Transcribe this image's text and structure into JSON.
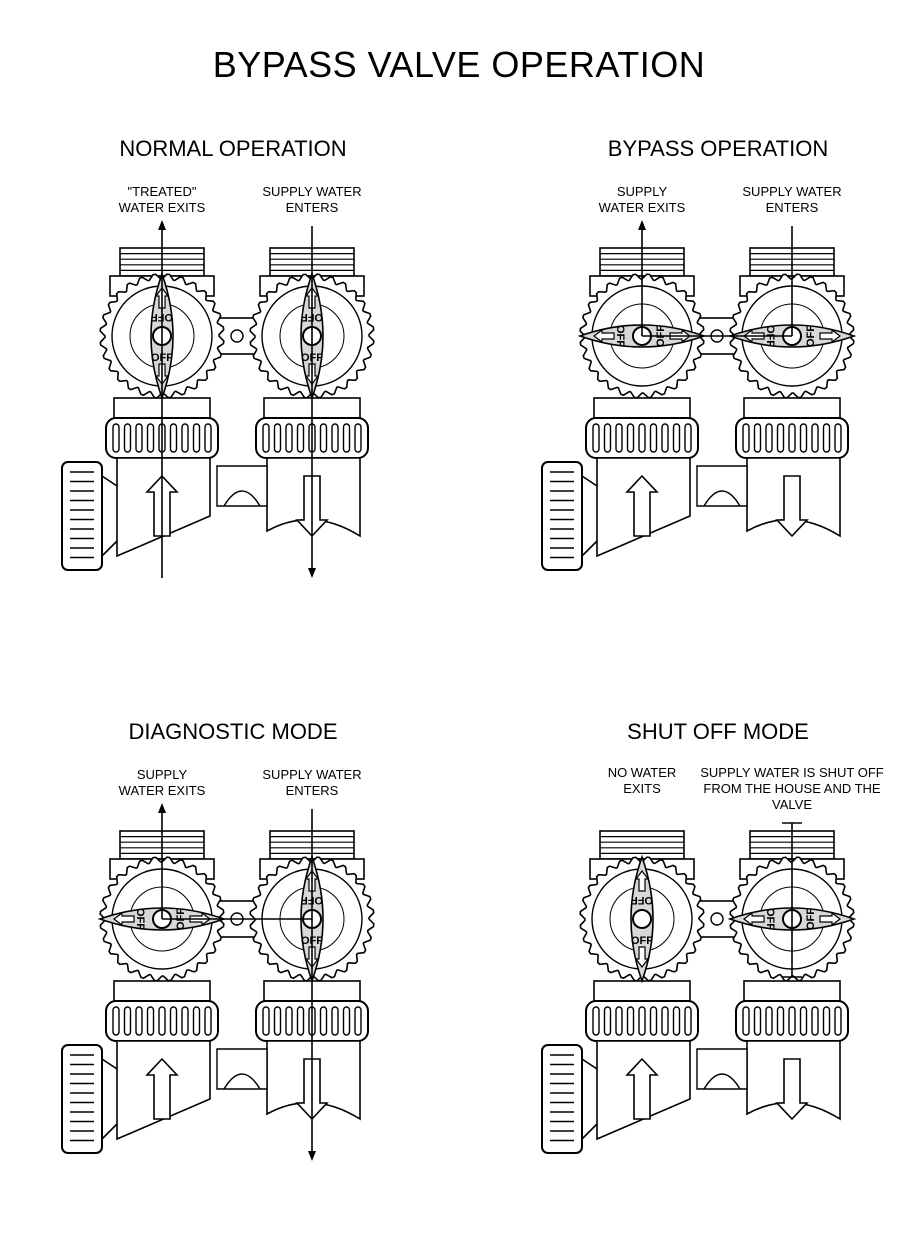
{
  "title": "BYPASS VALVE OPERATION",
  "panels": [
    {
      "title": "NORMAL OPERATION",
      "left_label": "\"TREATED\"\nWATER EXITS",
      "right_label": "SUPPLY WATER\nENTERS"
    },
    {
      "title": "BYPASS OPERATION",
      "left_label": "SUPPLY\nWATER EXITS",
      "right_label": "SUPPLY WATER\nENTERS"
    },
    {
      "title": "DIAGNOSTIC MODE",
      "left_label": "SUPPLY\nWATER EXITS",
      "right_label": "SUPPLY WATER\nENTERS"
    },
    {
      "title": "SHUT OFF MODE",
      "left_label": "NO WATER\nEXITS",
      "right_label": "SUPPLY WATER IS SHUT OFF\nFROM THE HOUSE AND THE\nVALVE"
    }
  ],
  "knob_text": "OFF",
  "colors": {
    "line": "#000000",
    "handle": "#d8d8d8"
  }
}
